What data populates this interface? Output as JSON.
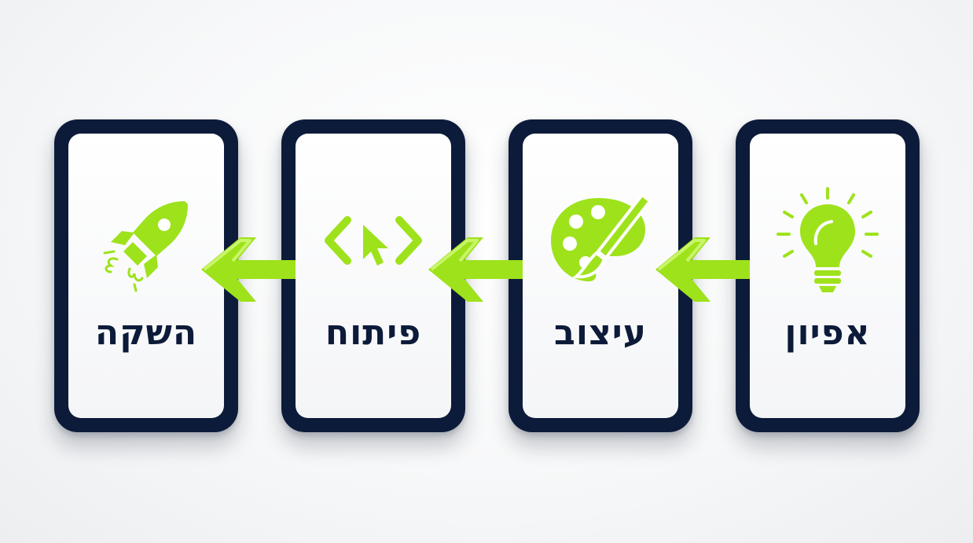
{
  "steps": [
    {
      "label": "השקה",
      "icon": "rocket-icon"
    },
    {
      "label": "פיתוח",
      "icon": "code-cursor-icon"
    },
    {
      "label": "עיצוב",
      "icon": "palette-brush-icon"
    },
    {
      "label": "אפיון",
      "icon": "lightbulb-icon"
    }
  ],
  "flow_direction": "right-to-left",
  "colors": {
    "accent": "#9ee21c",
    "card_border": "#0d1b3a",
    "card_fill": "#ffffff",
    "text": "#0d1b3a",
    "background": "#f5f6f7"
  }
}
